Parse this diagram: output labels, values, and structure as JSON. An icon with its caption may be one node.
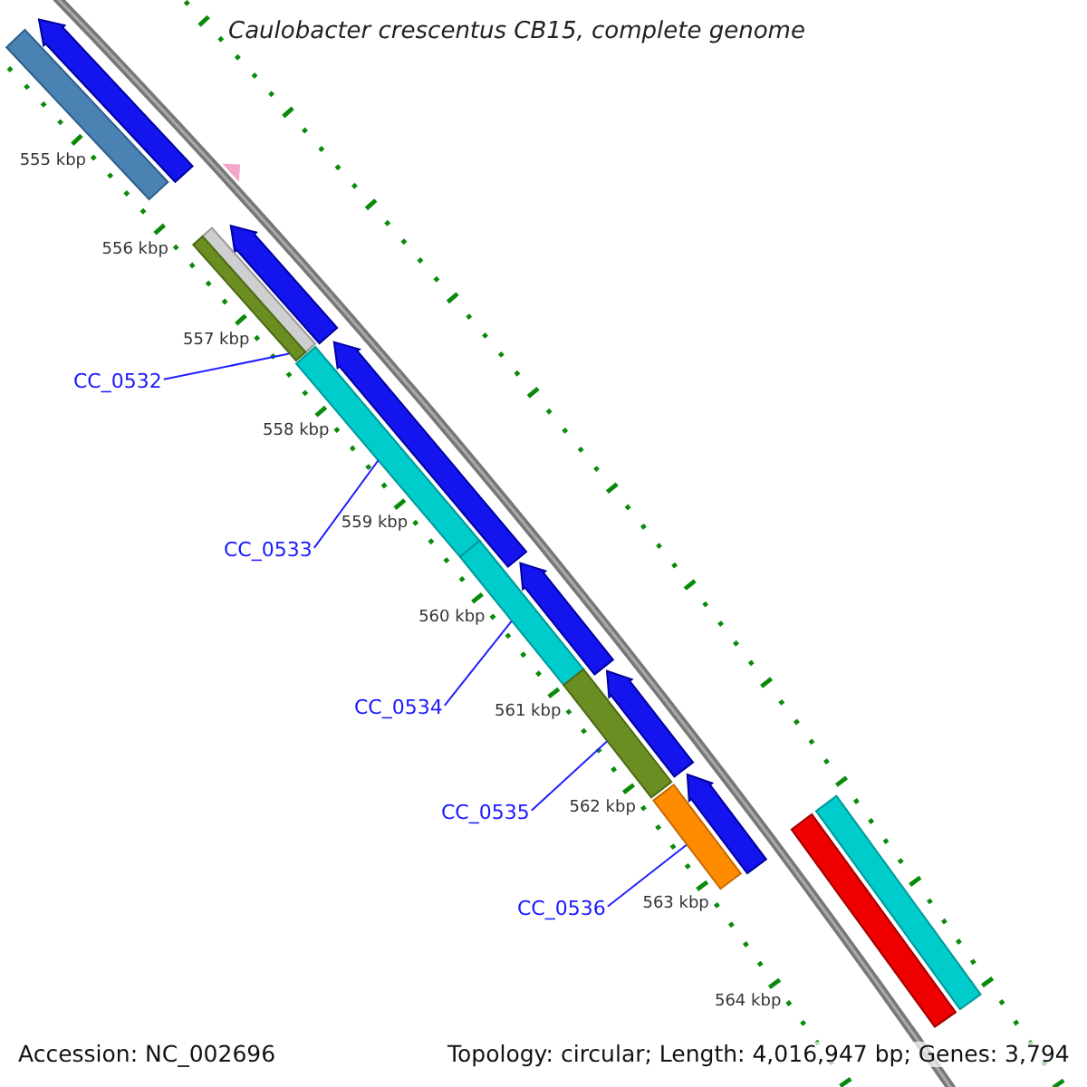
{
  "diagram": {
    "title": "Caulobacter crescentus CB15, complete genome",
    "nodes": [
      {
        "text": [
          "CC_0532"
        ]
      },
      {
        "text": [
          "CC_0533"
        ]
      },
      {
        "text": [
          "CC_0534"
        ]
      },
      {
        "text": [
          "CC_0535"
        ]
      },
      {
        "text": [
          "CC_0536"
        ]
      },
      {
        "text": [],
        "shape": "bar"
      },
      {
        "text": [],
        "shape": "arrow"
      },
      {
        "text": [],
        "shape": "arrow"
      },
      {
        "text": [],
        "shape": "bar"
      },
      {
        "text": [],
        "shape": "bar"
      },
      {
        "text": [],
        "shape": "arrow"
      },
      {
        "text": [],
        "shape": "bar"
      },
      {
        "text": [],
        "shape": "bar"
      },
      {
        "text": [],
        "shape": "arrow"
      },
      {
        "text": [],
        "shape": "bar"
      },
      {
        "text": [],
        "shape": "arrow"
      },
      {
        "text": [],
        "shape": "bar"
      },
      {
        "text": [],
        "shape": "arrow"
      },
      {
        "text": [],
        "shape": "bar"
      },
      {
        "text": [],
        "shape": "bar"
      }
    ],
    "edges": [
      {
        "from": 0,
        "to": 9,
        "arrow": "none"
      },
      {
        "from": 1,
        "to": 11,
        "arrow": "none"
      },
      {
        "from": 2,
        "to": 12,
        "arrow": "none"
      },
      {
        "from": 3,
        "to": 14,
        "arrow": "none"
      },
      {
        "from": 4,
        "to": 16,
        "arrow": "none"
      }
    ],
    "labels": [
      "555 kbp",
      "556 kbp",
      "557 kbp",
      "558 kbp",
      "559 kbp",
      "560 kbp",
      "561 kbp",
      "562 kbp",
      "563 kbp",
      "564 kbp",
      "Accession: NC_002696",
      "Topology: circular; Length: 4,016,947 bp; Genes: 3,794"
    ]
  }
}
